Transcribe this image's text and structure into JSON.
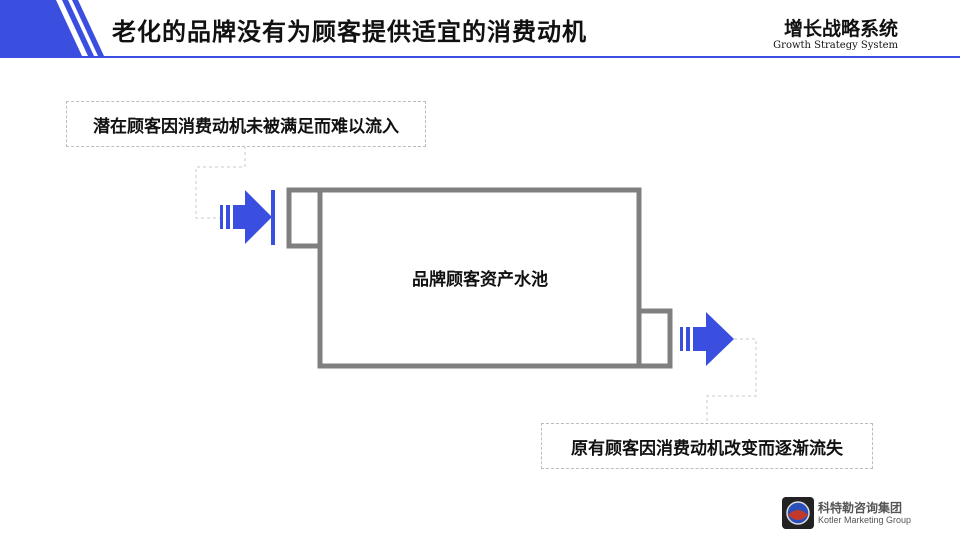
{
  "slide": {
    "title": "老化的品牌没有为顾客提供适宜的消费动机",
    "brand_cn": "增长战略系统",
    "brand_en": "Growth Strategy System"
  },
  "notes": {
    "inflow": "潜在顾客因消费动机未被满足而难以流入",
    "outflow": "原有顾客因消费动机改变而逐渐流失"
  },
  "diagram": {
    "pool_label": "品牌顾客资产水池"
  },
  "logo": {
    "cn": "科特勒咨询集团",
    "en": "Kotler Marketing Group"
  },
  "colors": {
    "accent_blue": "#3a4ee0",
    "pool_gray": "#7f7f7f",
    "connector_gray": "#c8c8c8"
  }
}
